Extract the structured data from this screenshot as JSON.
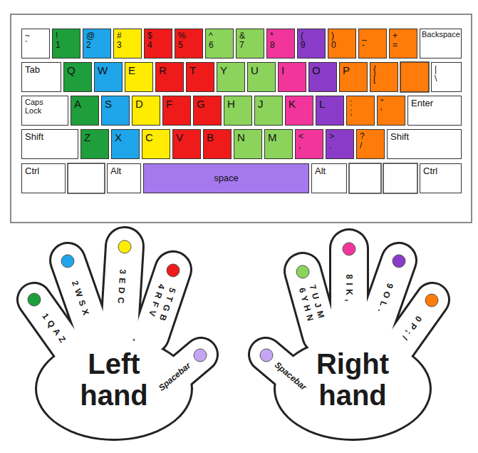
{
  "diagram": {
    "nodes": [
      {
        "text": [
          "~",
          "`"
        ]
      },
      {
        "text": [
          "!",
          "1"
        ]
      },
      {
        "text": [
          "@",
          "2"
        ]
      },
      {
        "text": [
          "#",
          "3"
        ]
      },
      {
        "text": [
          "$",
          "4"
        ]
      },
      {
        "text": [
          "%",
          "5"
        ]
      },
      {
        "text": [
          "^",
          "6"
        ]
      },
      {
        "text": [
          "&",
          "7"
        ]
      },
      {
        "text": [
          "*",
          "8"
        ]
      },
      {
        "text": [
          "(",
          "9"
        ]
      },
      {
        "text": [
          ")",
          "0"
        ]
      },
      {
        "text": [
          "_",
          "-"
        ]
      },
      {
        "text": [
          "+",
          "="
        ]
      },
      {
        "text": [
          "Backspace"
        ]
      },
      {
        "text": [
          "Tab"
        ]
      },
      {
        "text": [
          "Q"
        ]
      },
      {
        "text": [
          "W"
        ]
      },
      {
        "text": [
          "E"
        ]
      },
      {
        "text": [
          "R"
        ]
      },
      {
        "text": [
          "T"
        ]
      },
      {
        "text": [
          "Y"
        ]
      },
      {
        "text": [
          "U"
        ]
      },
      {
        "text": [
          "I"
        ]
      },
      {
        "text": [
          "O"
        ]
      },
      {
        "text": [
          "P"
        ]
      },
      {
        "text": [
          "{",
          "["
        ]
      },
      {
        "text": [
          "|",
          "\\"
        ]
      },
      {
        "text": [
          "Caps Lock"
        ]
      },
      {
        "text": [
          "A"
        ]
      },
      {
        "text": [
          "S"
        ]
      },
      {
        "text": [
          "D"
        ]
      },
      {
        "text": [
          "F"
        ]
      },
      {
        "text": [
          "G"
        ]
      },
      {
        "text": [
          "H"
        ]
      },
      {
        "text": [
          "J"
        ]
      },
      {
        "text": [
          "K"
        ]
      },
      {
        "text": [
          "L"
        ]
      },
      {
        "text": [
          ":",
          ";"
        ]
      },
      {
        "text": [
          "\"",
          "'"
        ]
      },
      {
        "text": [
          "Enter"
        ]
      },
      {
        "text": [
          "Shift"
        ]
      },
      {
        "text": [
          "Z"
        ]
      },
      {
        "text": [
          "X"
        ]
      },
      {
        "text": [
          "C"
        ]
      },
      {
        "text": [
          "V"
        ]
      },
      {
        "text": [
          "B"
        ]
      },
      {
        "text": [
          "N"
        ]
      },
      {
        "text": [
          "M"
        ]
      },
      {
        "text": [
          "<",
          ","
        ]
      },
      {
        "text": [
          ">",
          "."
        ]
      },
      {
        "text": [
          "?",
          "/"
        ]
      },
      {
        "text": [
          "Shift"
        ]
      },
      {
        "text": [
          "Ctrl"
        ]
      },
      {
        "text": [
          "Alt"
        ]
      },
      {
        "text": [
          "space"
        ]
      },
      {
        "text": [
          "Alt"
        ]
      },
      {
        "text": [
          "Ctrl"
        ]
      }
    ],
    "labels": [
      "1 Q A Z",
      "2 W S X",
      "3 E D C",
      "4 R F V",
      "5 T G B",
      "Spacebar",
      "Left hand",
      "6 Y H N",
      "7 U J M",
      "8 I K ,",
      "9 O L .",
      "0 P ; /",
      "Spacebar",
      "Right hand"
    ]
  }
}
